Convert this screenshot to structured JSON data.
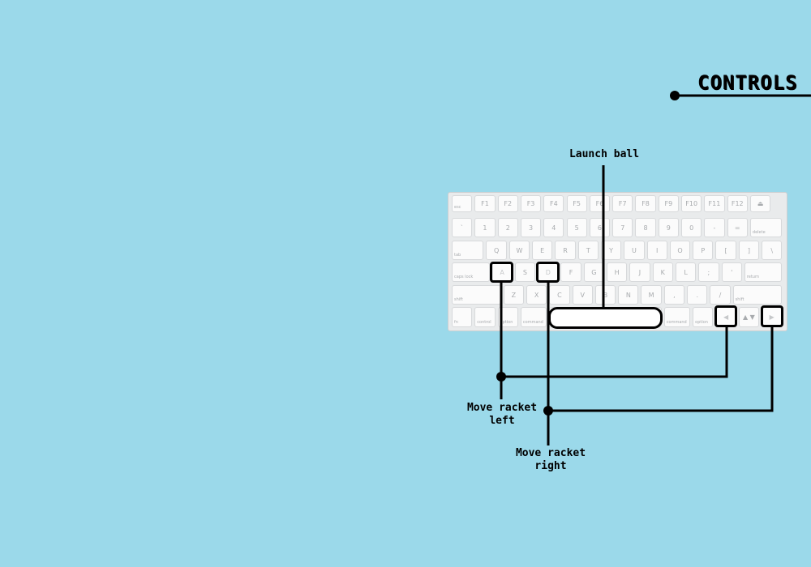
{
  "controls_title": "CONTROLS",
  "labels": {
    "launch": "Launch ball",
    "move_left": "Move racket\nleft",
    "move_right": "Move racket\nright"
  },
  "keyboard": {
    "rows": [
      [
        "esc",
        "F1",
        "F2",
        "F3",
        "F4",
        "F5",
        "F6",
        "F7",
        "F8",
        "F9",
        "F10",
        "F11",
        "F12",
        "⏏"
      ],
      [
        "`",
        "1",
        "2",
        "3",
        "4",
        "5",
        "6",
        "7",
        "8",
        "9",
        "0",
        "-",
        "=",
        "delete"
      ],
      [
        "tab",
        "Q",
        "W",
        "E",
        "R",
        "T",
        "Y",
        "U",
        "I",
        "O",
        "P",
        "[",
        "]",
        "\\"
      ],
      [
        "caps lock",
        "A",
        "S",
        "D",
        "F",
        "G",
        "H",
        "J",
        "K",
        "L",
        ";",
        "'",
        "return"
      ],
      [
        "shift",
        "Z",
        "X",
        "C",
        "V",
        "B",
        "N",
        "M",
        ",",
        ".",
        "/",
        "shift"
      ],
      [
        "fn",
        "control",
        "option",
        "command",
        "",
        "command",
        "option",
        "◀",
        "▲ ▼",
        "▶"
      ]
    ],
    "highlighted_keys": [
      "A",
      "D",
      "space",
      "←",
      "→"
    ]
  },
  "colors": {
    "background": "#9bd9ea",
    "ink": "#000000",
    "keyboard_body": "#e9ebec",
    "key_face": "#fbfbfb"
  }
}
